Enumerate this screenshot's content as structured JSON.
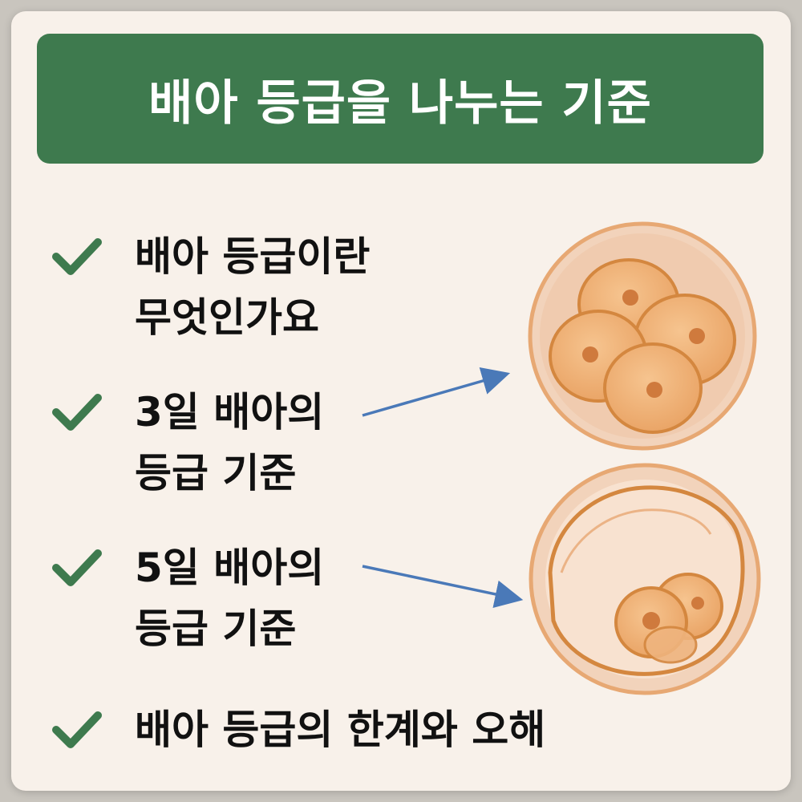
{
  "header": {
    "title": "배아 등급을 나누는 기준"
  },
  "items": [
    {
      "line1": "배아 등급이란",
      "line2": "무엇인가요"
    },
    {
      "line1": "3일 배아의",
      "line2": "등급 기준"
    },
    {
      "line1": "5일 배아의",
      "line2": "등급 기준"
    },
    {
      "line1": "배아 등급의 한계와 오해",
      "line2": ""
    }
  ],
  "colors": {
    "banner": "#3e7a4e",
    "check": "#3e7a4e",
    "arrow": "#4a79b8",
    "background": "#f8f1ea"
  },
  "icons": [
    "check-icon",
    "arrow-icon",
    "day3-embryo-illustration",
    "day5-blastocyst-illustration"
  ]
}
